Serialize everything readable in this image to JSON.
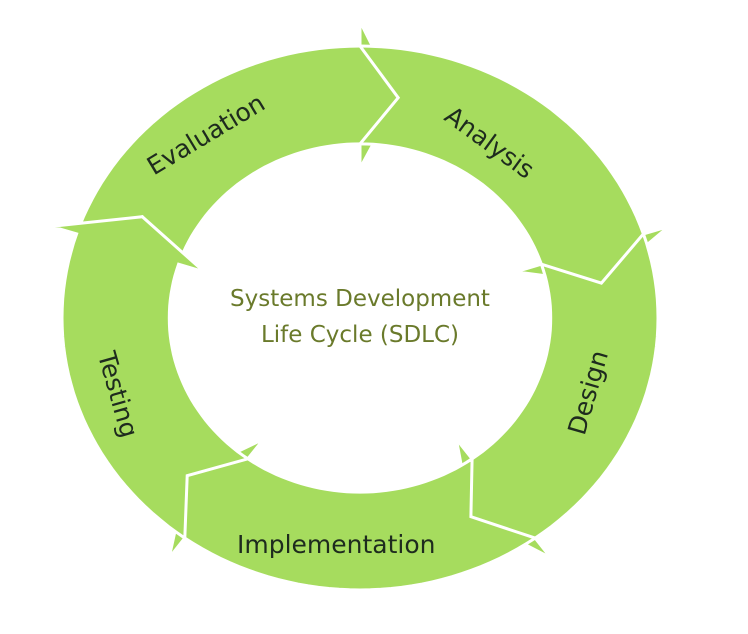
{
  "title_line1": "Systems Development",
  "title_line2": "Life Cycle (SDLC)",
  "phases": [
    {
      "label": "Evaluation"
    },
    {
      "label": "Analysis"
    },
    {
      "label": "Design"
    },
    {
      "label": "Implementation"
    },
    {
      "label": "Testing"
    }
  ],
  "colors": {
    "arrow": "#a6dc5e",
    "center_text": "#6a7a2b",
    "label_text": "#1e2b1e"
  }
}
